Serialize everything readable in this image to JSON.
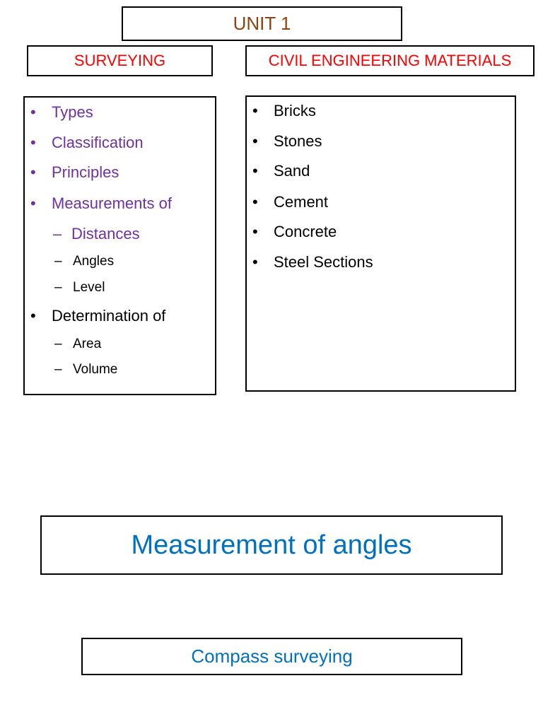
{
  "unit": {
    "title": "UNIT 1"
  },
  "surveying": {
    "title": "SURVEYING",
    "items": [
      {
        "text": "Types",
        "level": 1,
        "color": "#7030A0"
      },
      {
        "text": "Classification",
        "level": 1,
        "color": "#7030A0"
      },
      {
        "text": "Principles",
        "level": 1,
        "color": "#7030A0"
      },
      {
        "text": "Measurements of",
        "level": 1,
        "color": "#7030A0"
      },
      {
        "text": "Distances",
        "level": 2,
        "color": "#7030A0"
      },
      {
        "text": "Angles",
        "level": 2,
        "color": "#000000"
      },
      {
        "text": "Level",
        "level": 2,
        "color": "#000000"
      },
      {
        "text": "Determination of",
        "level": 1,
        "color": "#000000"
      },
      {
        "text": "Area",
        "level": 2,
        "color": "#000000"
      },
      {
        "text": "Volume",
        "level": 2,
        "color": "#000000"
      }
    ]
  },
  "materials": {
    "title": "CIVIL ENGINEERING MATERIALS",
    "items": [
      {
        "text": "Bricks"
      },
      {
        "text": "Stones"
      },
      {
        "text": "Sand"
      },
      {
        "text": "Cement"
      },
      {
        "text": "Concrete"
      },
      {
        "text": "Steel Sections"
      }
    ]
  },
  "measurement": {
    "title": "Measurement of angles"
  },
  "compass": {
    "title": "Compass surveying"
  },
  "colors": {
    "unit_title": "#8B4513",
    "section_title": "#ff0000",
    "purple_items": "#7030A0",
    "blue_titles": "#0070C0"
  }
}
